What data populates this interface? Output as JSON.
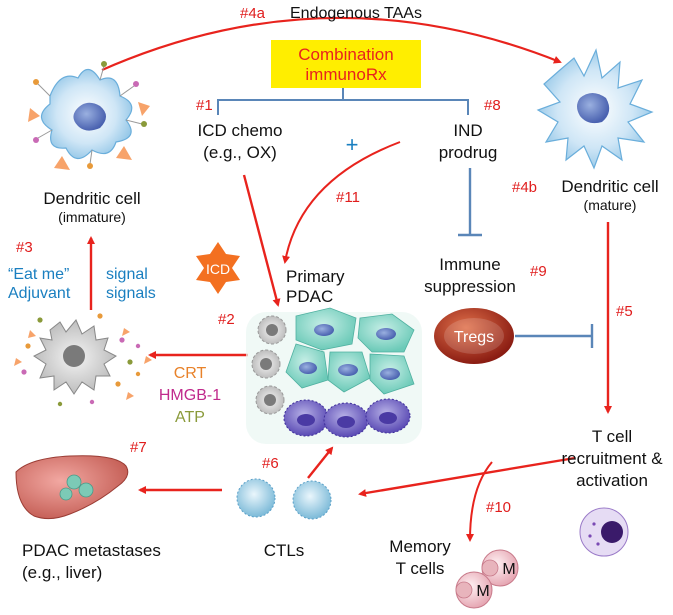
{
  "labels": {
    "s4a": "#4a",
    "endogenous": "Endogenous TAAs",
    "combo1": "Combination",
    "combo2": "immunoRx",
    "s1": "#1",
    "s8": "#8",
    "icd_chemo1": "ICD chemo",
    "icd_chemo2": "(e.g., OX)",
    "plus": "+",
    "ind1": "IND",
    "ind2": "prodrug",
    "dc_immature1": "Dendritic cell",
    "dc_immature2": "(immature)",
    "s4b": "#4b",
    "dc_mature1": "Dendritic cell",
    "dc_mature2": "(mature)",
    "s11": "#11",
    "s3": "#3",
    "eat_me": "“Eat me”",
    "adjuvant": "Adjuvant",
    "signal": "signal",
    "signals": "signals",
    "icd": "ICD",
    "primary1": "Primary",
    "primary2": "PDAC",
    "immune1": "Immune",
    "immune2": "suppression",
    "s9": "#9",
    "s2": "#2",
    "tregs": "Tregs",
    "s5": "#5",
    "crt": "CRT",
    "hmgb": "HMGB-1",
    "atp": "ATP",
    "s7": "#7",
    "s6": "#6",
    "tcell1": "T cell",
    "tcell2": "recruitment &",
    "tcell3": "activation",
    "s10": "#10",
    "metastases1": "PDAC metastases",
    "metastases2": "(e.g., liver)",
    "ctls": "CTLs",
    "memory1": "Memory",
    "memory2": "T cells",
    "m": "M"
  },
  "colors": {
    "arrow_red": "#e8231d",
    "inhibit_blue": "#5a86b8",
    "step_red": "#e01d1d",
    "label_blue": "#1a7fc0",
    "combo_fill": "#ffee00",
    "crt": "#e8822a",
    "hmgb": "#c02a8c",
    "atp": "#8a9a3a",
    "icd_star": "#f37021",
    "tregs": "#b32a20"
  }
}
